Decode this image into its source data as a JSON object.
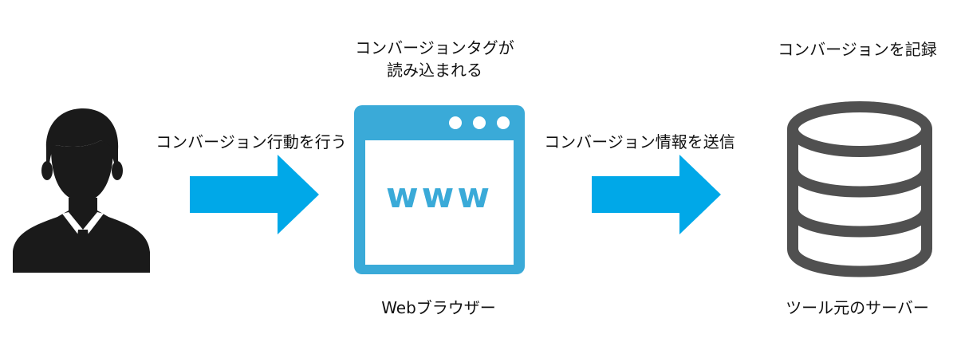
{
  "diagram": {
    "browser_caption_lines": [
      "コンバージョンタグが",
      "読み込まれる"
    ],
    "server_caption": "コンバージョンを記録",
    "arrow1_label": "コンバージョン行動を行う",
    "arrow2_label": "コンバージョン情報を送信",
    "browser_www_text": "www",
    "browser_name": "Webブラウザー",
    "server_name": "ツール元のサーバー"
  },
  "colors": {
    "arrow": "#00a8e8",
    "browser": "#3aaad8",
    "server": "#505050",
    "user": "#1a1a1a"
  }
}
